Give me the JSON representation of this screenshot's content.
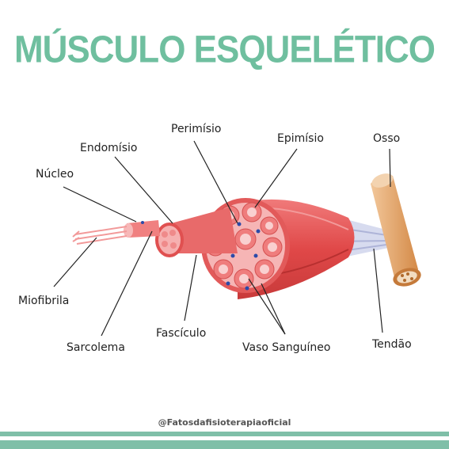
{
  "title": "MÚSCULO ESQUELÉTICO",
  "labels": {
    "perimisio": "Perimísio",
    "epimisio": "Epimísio",
    "osso": "Osso",
    "endomisio": "Endomísio",
    "nucleo": "Núcleo",
    "miofibrila": "Miofibrila",
    "sarcolema": "Sarcolema",
    "fasciculo": "Fascículo",
    "vaso": "Vaso Sanguíneo",
    "tendao": "Tendão"
  },
  "credit": "@Fatosdafisioterapiaoficial",
  "colors": {
    "title": "#6fbf9f",
    "band": "#7fbfa8",
    "muscle": "#e85a5a",
    "muscle_light": "#f4a0a0",
    "bone": "#e8a96a",
    "tendon": "#c9cde6",
    "vessel": "#2b4aa8"
  }
}
